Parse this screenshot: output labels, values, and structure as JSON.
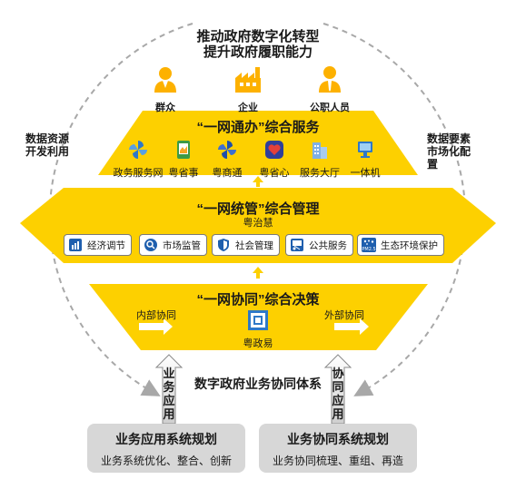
{
  "header": {
    "title_line1": "推动政府数字化转型",
    "title_line2": "提升政府履职能力"
  },
  "sides": {
    "left": "数据资源开发利用",
    "right": "数据要素市场化配置"
  },
  "roles": [
    {
      "label": "群众",
      "icon": "person-icon"
    },
    {
      "label": "企业",
      "icon": "factory-icon"
    },
    {
      "label": "公职人员",
      "icon": "official-icon"
    }
  ],
  "tier1": {
    "title": "“一网通办”综合服务",
    "items": [
      {
        "label": "政务服务网",
        "icon": "pinwheel-icon"
      },
      {
        "label": "粤省事",
        "icon": "phone-app-icon"
      },
      {
        "label": "粤商通",
        "icon": "pinwheel-icon"
      },
      {
        "label": "粤省心",
        "icon": "heart-app-icon"
      },
      {
        "label": "服务大厅",
        "icon": "building-icon"
      },
      {
        "label": "一体机",
        "icon": "kiosk-icon"
      }
    ]
  },
  "tier2": {
    "title": "“一网统管”综合管理",
    "subtitle": "粤治慧",
    "items": [
      {
        "label": "经济调节",
        "icon": "bar-chart-icon"
      },
      {
        "label": "市场监管",
        "icon": "magnifier-icon"
      },
      {
        "label": "社会管理",
        "icon": "shield-icon"
      },
      {
        "label": "公共服务",
        "icon": "presentation-icon"
      },
      {
        "label": "生态环境保护",
        "icon": "pm25-icon",
        "icon_text": "PM2.5"
      }
    ]
  },
  "tier3": {
    "title": "“一网协同”综合决策",
    "app": "粤政易",
    "left": "内部协同",
    "right": "外部协同"
  },
  "system": "数字政府业务协同体系",
  "arrows": {
    "left": "业务应用",
    "right": "协同应用"
  },
  "bottom": [
    {
      "title": "业务应用系统规划",
      "desc": "业务系统优化、整合、创新"
    },
    {
      "title": "业务协同系统规划",
      "desc": "业务协同梳理、重组、再造"
    }
  ],
  "colors": {
    "accent": "#FDD000",
    "blue": "#2E78C8",
    "gray": "#D7D7D7",
    "dash": "#A8A8A8"
  }
}
